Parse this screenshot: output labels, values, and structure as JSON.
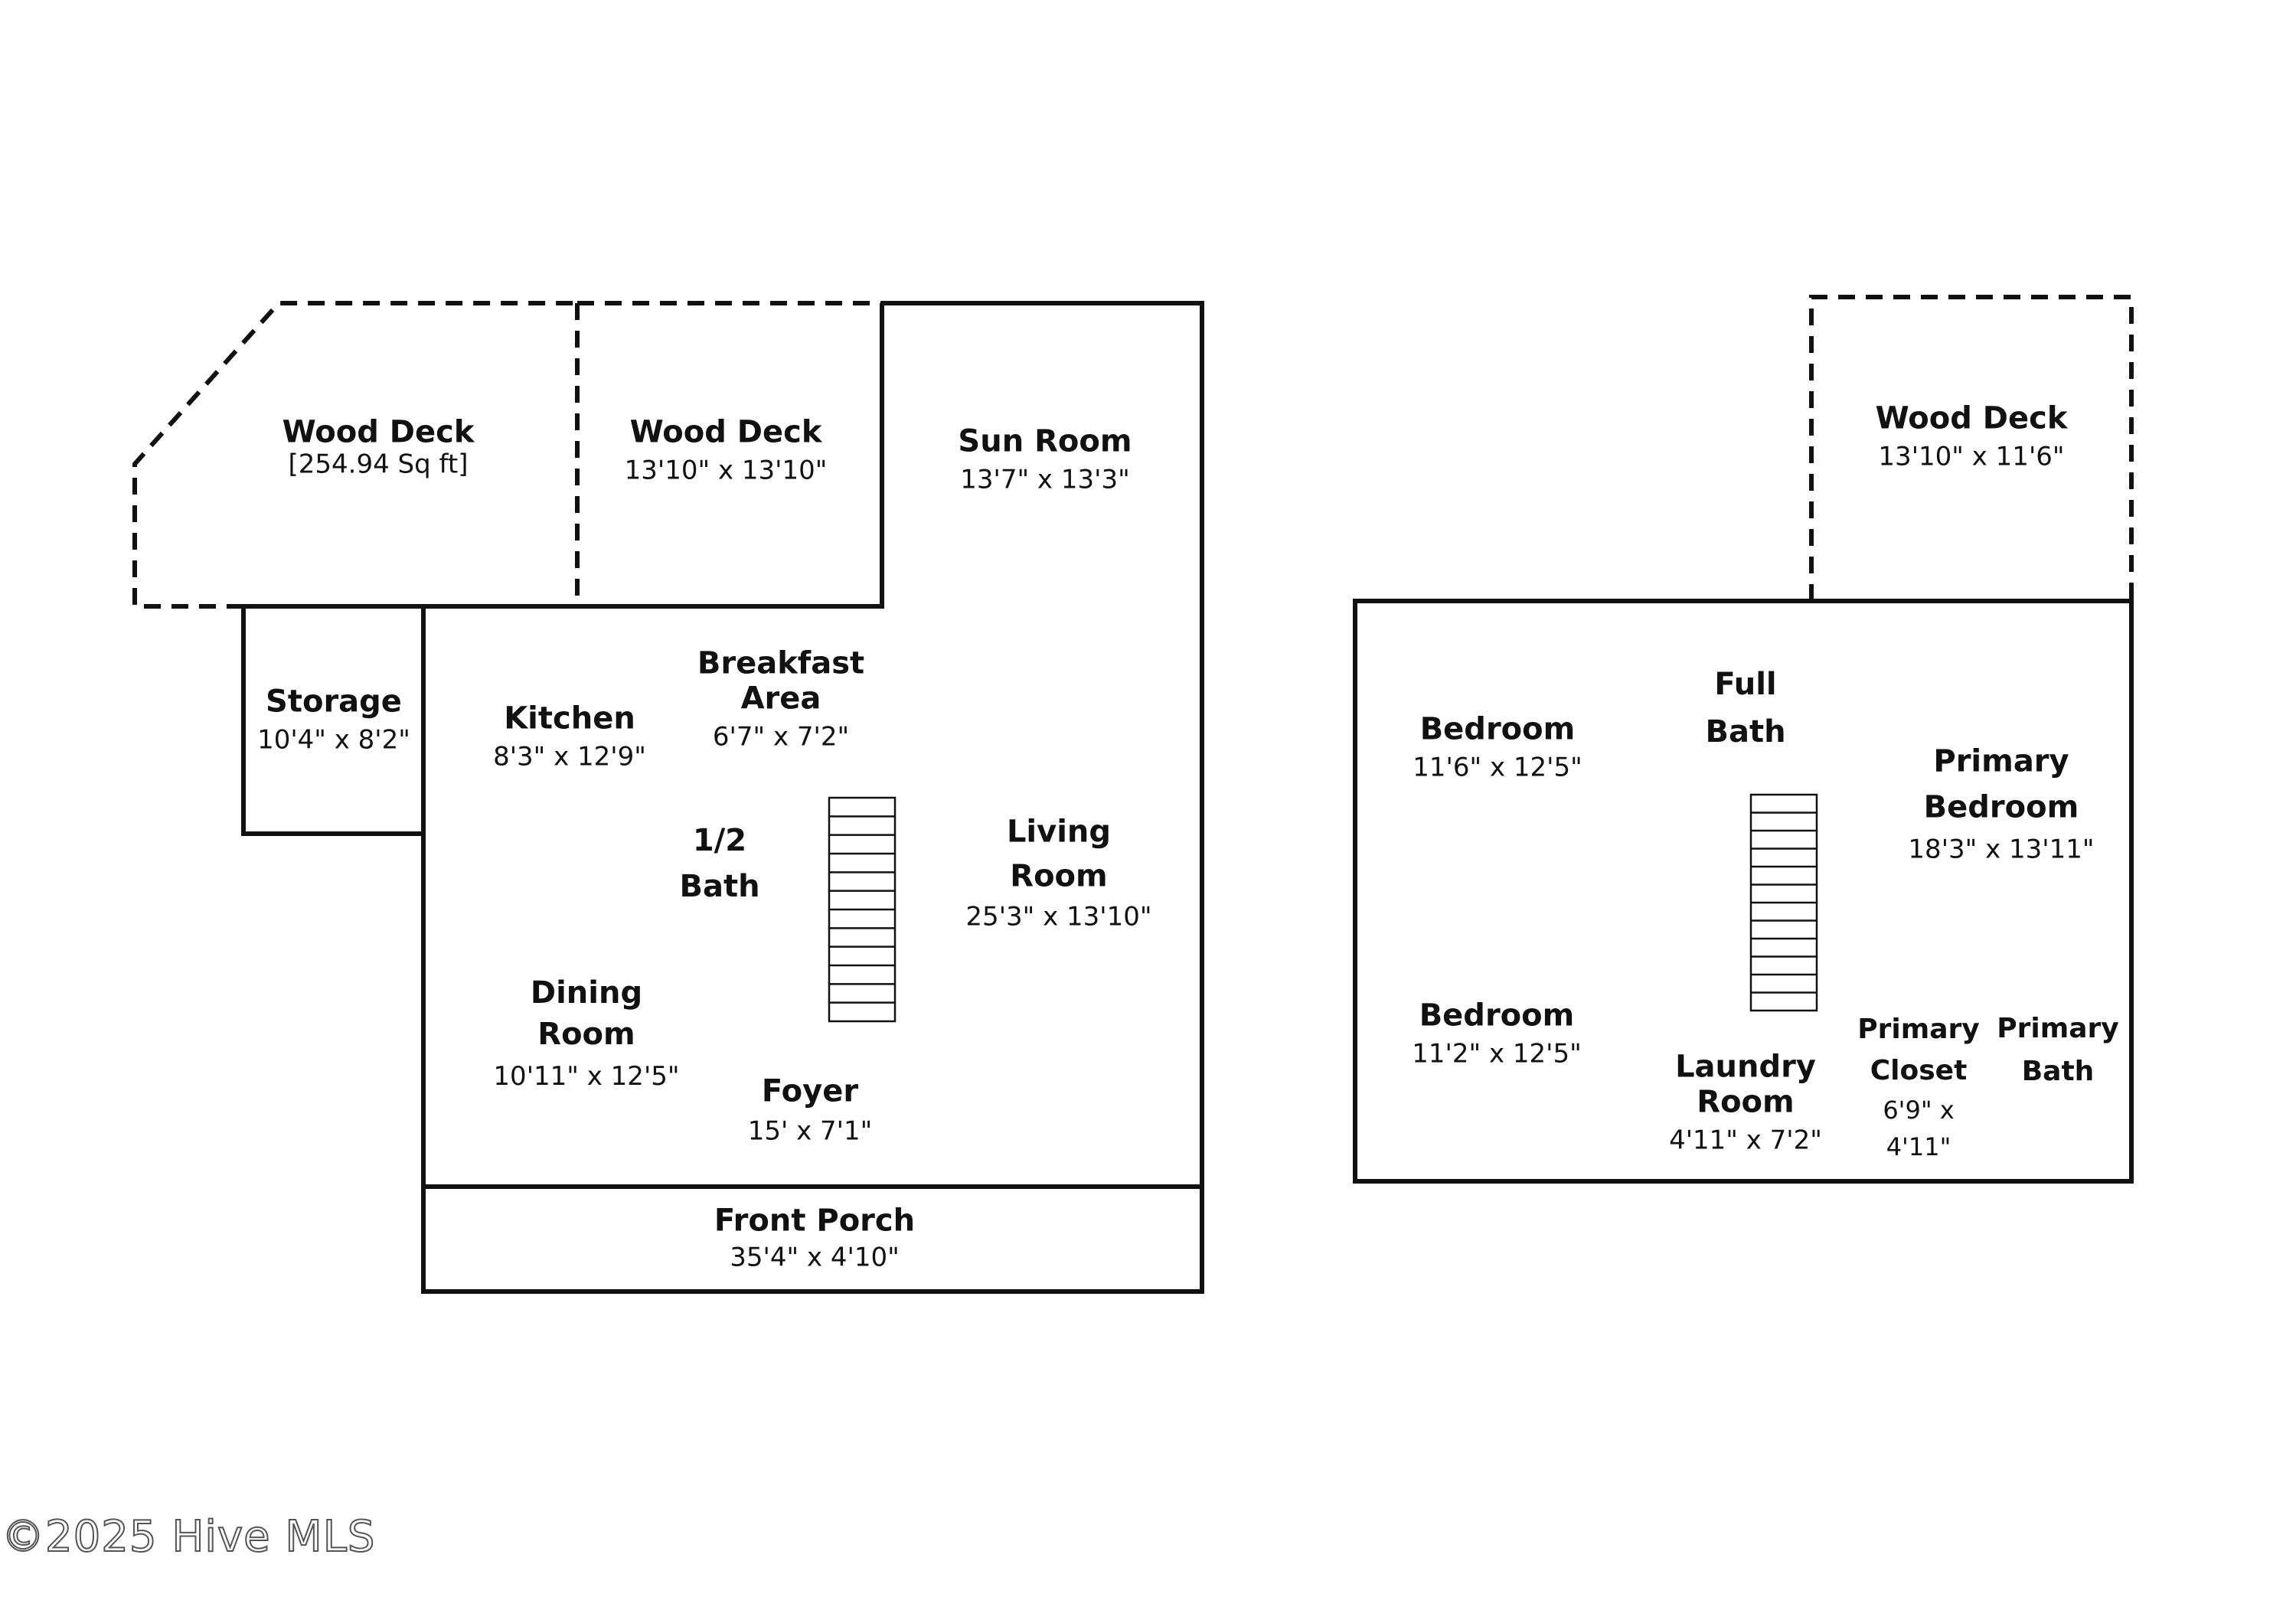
{
  "watermark": "©2025 Hive MLS",
  "floor1": {
    "wood_deck_left": {
      "name": "Wood Deck",
      "dims": "[254.94 Sq ft]"
    },
    "wood_deck_mid": {
      "name": "Wood Deck",
      "dims": "13'10\" x 13'10\""
    },
    "sun_room": {
      "name": "Sun Room",
      "dims": "13'7\" x 13'3\""
    },
    "storage": {
      "name": "Storage",
      "dims": "10'4\" x 8'2\""
    },
    "kitchen": {
      "name": "Kitchen",
      "dims": "8'3\" x 12'9\""
    },
    "breakfast": {
      "name1": "Breakfast",
      "name2": "Area",
      "dims": "6'7\" x 7'2\""
    },
    "half_bath": {
      "name1": "1/2",
      "name2": "Bath"
    },
    "living_room": {
      "name1": "Living",
      "name2": "Room",
      "dims": "25'3\" x 13'10\""
    },
    "dining_room": {
      "name1": "Dining",
      "name2": "Room",
      "dims": "10'11\" x 12'5\""
    },
    "foyer": {
      "name": "Foyer",
      "dims": "15' x 7'1\""
    },
    "front_porch": {
      "name": "Front Porch",
      "dims": "35'4\" x 4'10\""
    }
  },
  "floor2": {
    "wood_deck": {
      "name": "Wood Deck",
      "dims": "13'10\" x 11'6\""
    },
    "bedroom1": {
      "name": "Bedroom",
      "dims": "11'6\" x 12'5\""
    },
    "full_bath": {
      "name1": "Full",
      "name2": "Bath"
    },
    "primary_bedroom": {
      "name1": "Primary",
      "name2": "Bedroom",
      "dims": "18'3\" x 13'11\""
    },
    "bedroom2": {
      "name": "Bedroom",
      "dims": "11'2\" x 12'5\""
    },
    "laundry": {
      "name1": "Laundry",
      "name2": "Room",
      "dims": "4'11\" x 7'2\""
    },
    "primary_closet": {
      "name1": "Primary",
      "name2": "Closet",
      "dims1": "6'9\" x",
      "dims2": "4'11\""
    },
    "primary_bath": {
      "name1": "Primary",
      "name2": "Bath"
    }
  }
}
